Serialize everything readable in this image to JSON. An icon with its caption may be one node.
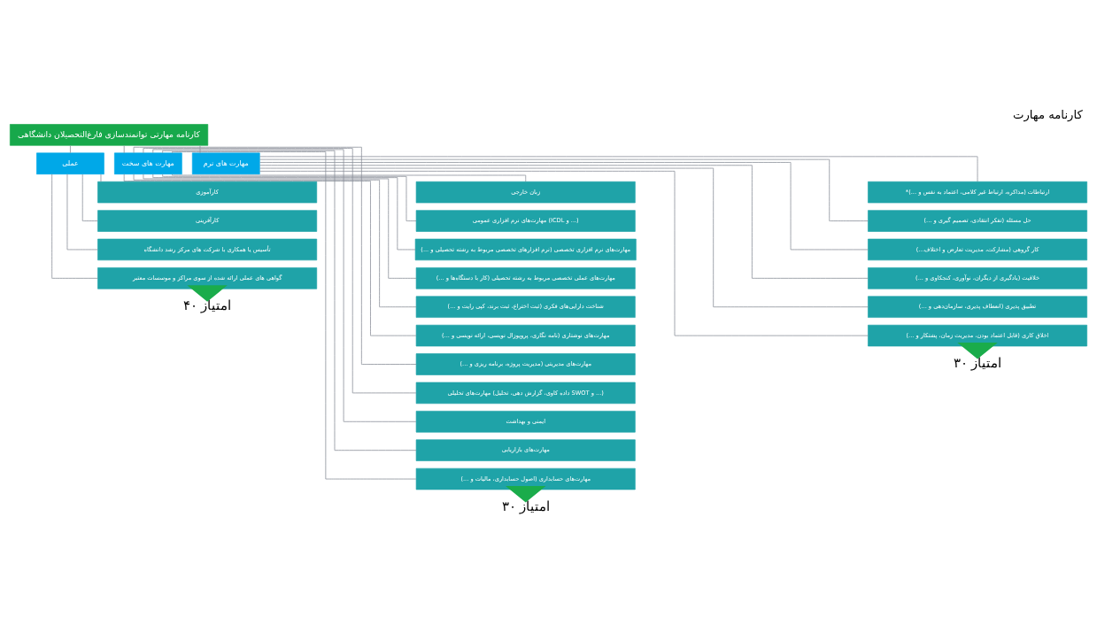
{
  "diagram": {
    "title": "کارنامه مهارت",
    "nodes": [
      {
        "text": [
          "کارنامه مهارتی توانمندسازی فارغ‌التحصیلان دانشگاهی"
        ]
      },
      {
        "text": [
          "مهارت های نرم"
        ]
      },
      {
        "text": [
          "*ارتباطات (مذاکره، ارتباط غیر کلامی، اعتماد به نفس و ...)"
        ]
      },
      {
        "text": [
          "حل مسئله (تفکر انتقادی، تصمیم گیری و ...)"
        ]
      },
      {
        "text": [
          "کار گروهی (مشارکت، مدیریت تعارض و اختلاف...)"
        ]
      },
      {
        "text": [
          "خلاقیت (یادگیری از دیگران، نوآوری، کنجکاوی و ...)"
        ]
      },
      {
        "text": [
          "تطبیق پذیری (انعطاف پذیری، سازمان‌دهی و ...)"
        ]
      },
      {
        "text": [
          "اخلاق کاری (قابل اعتماد بودن، مدیریت زمان، پشتکار و ...)"
        ]
      },
      {
        "text": [
          "مهارت های سخت"
        ]
      },
      {
        "text": [
          "زبان خارجی"
        ]
      },
      {
        "text": [
          "مهارت‌های نرم افزاری عمومی (ICDL و ...)"
        ]
      },
      {
        "text": [
          "مهارت‌های نرم افزاری تخصصی (نرم افزارهای تخصصی مربوط به رشته تحصیلی و ...)"
        ]
      },
      {
        "text": [
          "مهارت‌های عملی تخصصی مربوط به رشته تحصیلی (کار با دستگاه‌ها و ...)"
        ]
      },
      {
        "text": [
          "شناخت دارایی‌های فکری (ثبت اختراع، ثبت برند، کپی رایت و ...)"
        ]
      },
      {
        "text": [
          "مهارت‌های نوشتاری (نامه نگاری، پروپوزال نویسی، ارائه نویسی و ...)"
        ]
      },
      {
        "text": [
          "مهارت‌های مدیریتی (مدیریت پروژه، برنامه ریزی و ...)"
        ]
      },
      {
        "text": [
          "مهارت‌های تحلیلی (داده کاوی، گزارش دهی، تحلیل SWOT و ...)"
        ]
      },
      {
        "text": [
          "ایمنی و بهداشت"
        ]
      },
      {
        "text": [
          "مهارت‌های بازاریابی"
        ]
      },
      {
        "text": [
          "مهارت‌های حسابداری (اصول حسابداری، مالیات و ...)"
        ]
      },
      {
        "text": [
          "عملی"
        ]
      },
      {
        "text": [
          "کارآموزی"
        ]
      },
      {
        "text": [
          "کارآفرینی"
        ]
      },
      {
        "text": [
          "تأسیس یا همکاری با شرکت های مرکز رشد دانشگاه"
        ]
      },
      {
        "text": [
          "گواهی های عملی ارائه شده از سوی مراکز و موسسات معتبر"
        ]
      },
      {
        "text": [
          "۳۰ امتیاز"
        ]
      },
      {
        "text": [
          "۳۰ امتیاز"
        ]
      },
      {
        "text": [
          "۴۰ امتیاز"
        ]
      }
    ],
    "edges": [
      {
        "from": 0,
        "to": 1,
        "arrow": "none"
      },
      {
        "from": 0,
        "to": 8,
        "arrow": "none"
      },
      {
        "from": 0,
        "to": 20,
        "arrow": "none"
      },
      {
        "from": 1,
        "to": 2,
        "arrow": "none"
      },
      {
        "from": 1,
        "to": 3,
        "arrow": "none"
      },
      {
        "from": 1,
        "to": 4,
        "arrow": "none"
      },
      {
        "from": 1,
        "to": 5,
        "arrow": "none"
      },
      {
        "from": 1,
        "to": 6,
        "arrow": "none"
      },
      {
        "from": 1,
        "to": 7,
        "arrow": "none"
      },
      {
        "from": 8,
        "to": 9,
        "arrow": "none"
      },
      {
        "from": 8,
        "to": 10,
        "arrow": "none"
      },
      {
        "from": 8,
        "to": 11,
        "arrow": "none"
      },
      {
        "from": 8,
        "to": 12,
        "arrow": "none"
      },
      {
        "from": 8,
        "to": 13,
        "arrow": "none"
      },
      {
        "from": 8,
        "to": 14,
        "arrow": "none"
      },
      {
        "from": 8,
        "to": 15,
        "arrow": "none"
      },
      {
        "from": 8,
        "to": 16,
        "arrow": "none"
      },
      {
        "from": 8,
        "to": 17,
        "arrow": "none"
      },
      {
        "from": 8,
        "to": 18,
        "arrow": "none"
      },
      {
        "from": 8,
        "to": 19,
        "arrow": "none"
      },
      {
        "from": 20,
        "to": 21,
        "arrow": "none"
      },
      {
        "from": 20,
        "to": 22,
        "arrow": "none"
      },
      {
        "from": 20,
        "to": 23,
        "arrow": "none"
      },
      {
        "from": 20,
        "to": 24,
        "arrow": "none"
      },
      {
        "from": 7,
        "to": 25,
        "arrow": "to",
        "style": "thick",
        "color": "#1aac4b"
      },
      {
        "from": 19,
        "to": 26,
        "arrow": "to",
        "style": "thick",
        "color": "#1aac4b"
      },
      {
        "from": 24,
        "to": 27,
        "arrow": "to",
        "style": "thick",
        "color": "#1aac4b"
      }
    ]
  }
}
